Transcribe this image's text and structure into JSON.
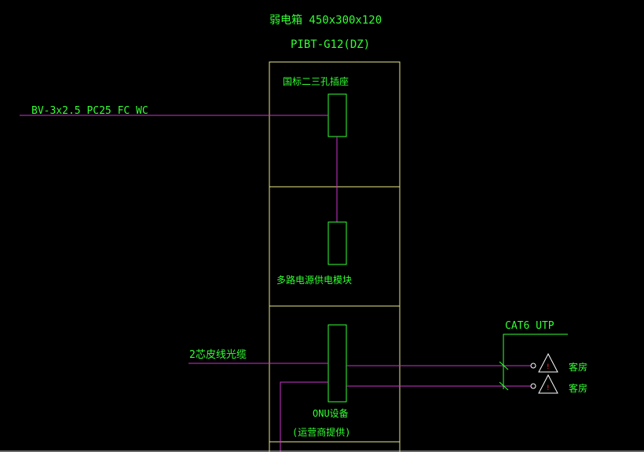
{
  "colors": {
    "background": "#000000",
    "text": "#33ff33",
    "cabinet_frame": "#e8e88a",
    "component": "#33ff33",
    "wire": "#cc33cc",
    "outlet": "#ffffff",
    "warning": "#ff3333"
  },
  "cabinet": {
    "title_line1": "弱电箱 450x300x120",
    "title_line2": "PIBT-G12(DZ)"
  },
  "sections": {
    "socket": {
      "label": "国标二三孔插座"
    },
    "power_module": {
      "label": "多路电源供电模块"
    },
    "onu": {
      "label_line1": "ONU设备",
      "label_line2": "(运营商提供)"
    }
  },
  "wires": {
    "power_in": {
      "label": "BV-3x2.5 PC25 FC WC"
    },
    "fiber_in": {
      "label": "2芯皮线光缆"
    },
    "data_out": {
      "label": "CAT6 UTP"
    }
  },
  "outlets": [
    {
      "label": "客房",
      "icon": "warning-triangle-icon",
      "mark": "!"
    },
    {
      "label": "客房",
      "icon": "warning-triangle-icon",
      "mark": "!"
    }
  ]
}
